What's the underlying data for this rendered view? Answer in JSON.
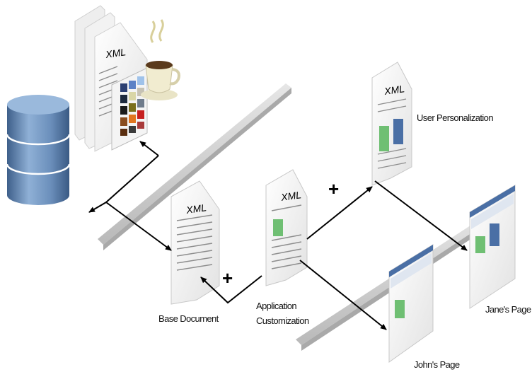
{
  "doc_tag": "XML",
  "operator": "+",
  "labels": {
    "base_document": "Base Document",
    "application_customization_line1": "Application",
    "application_customization_line2": "Customization",
    "user_personalization": "User Personalization",
    "johns_page": "John's Page",
    "janes_page": "Jane's Page"
  },
  "colors": {
    "database": "#6f93bd",
    "highlight_green": "#6fbf73",
    "highlight_blue": "#4a6fa5",
    "page_titlebar": "#4a6fa5"
  }
}
